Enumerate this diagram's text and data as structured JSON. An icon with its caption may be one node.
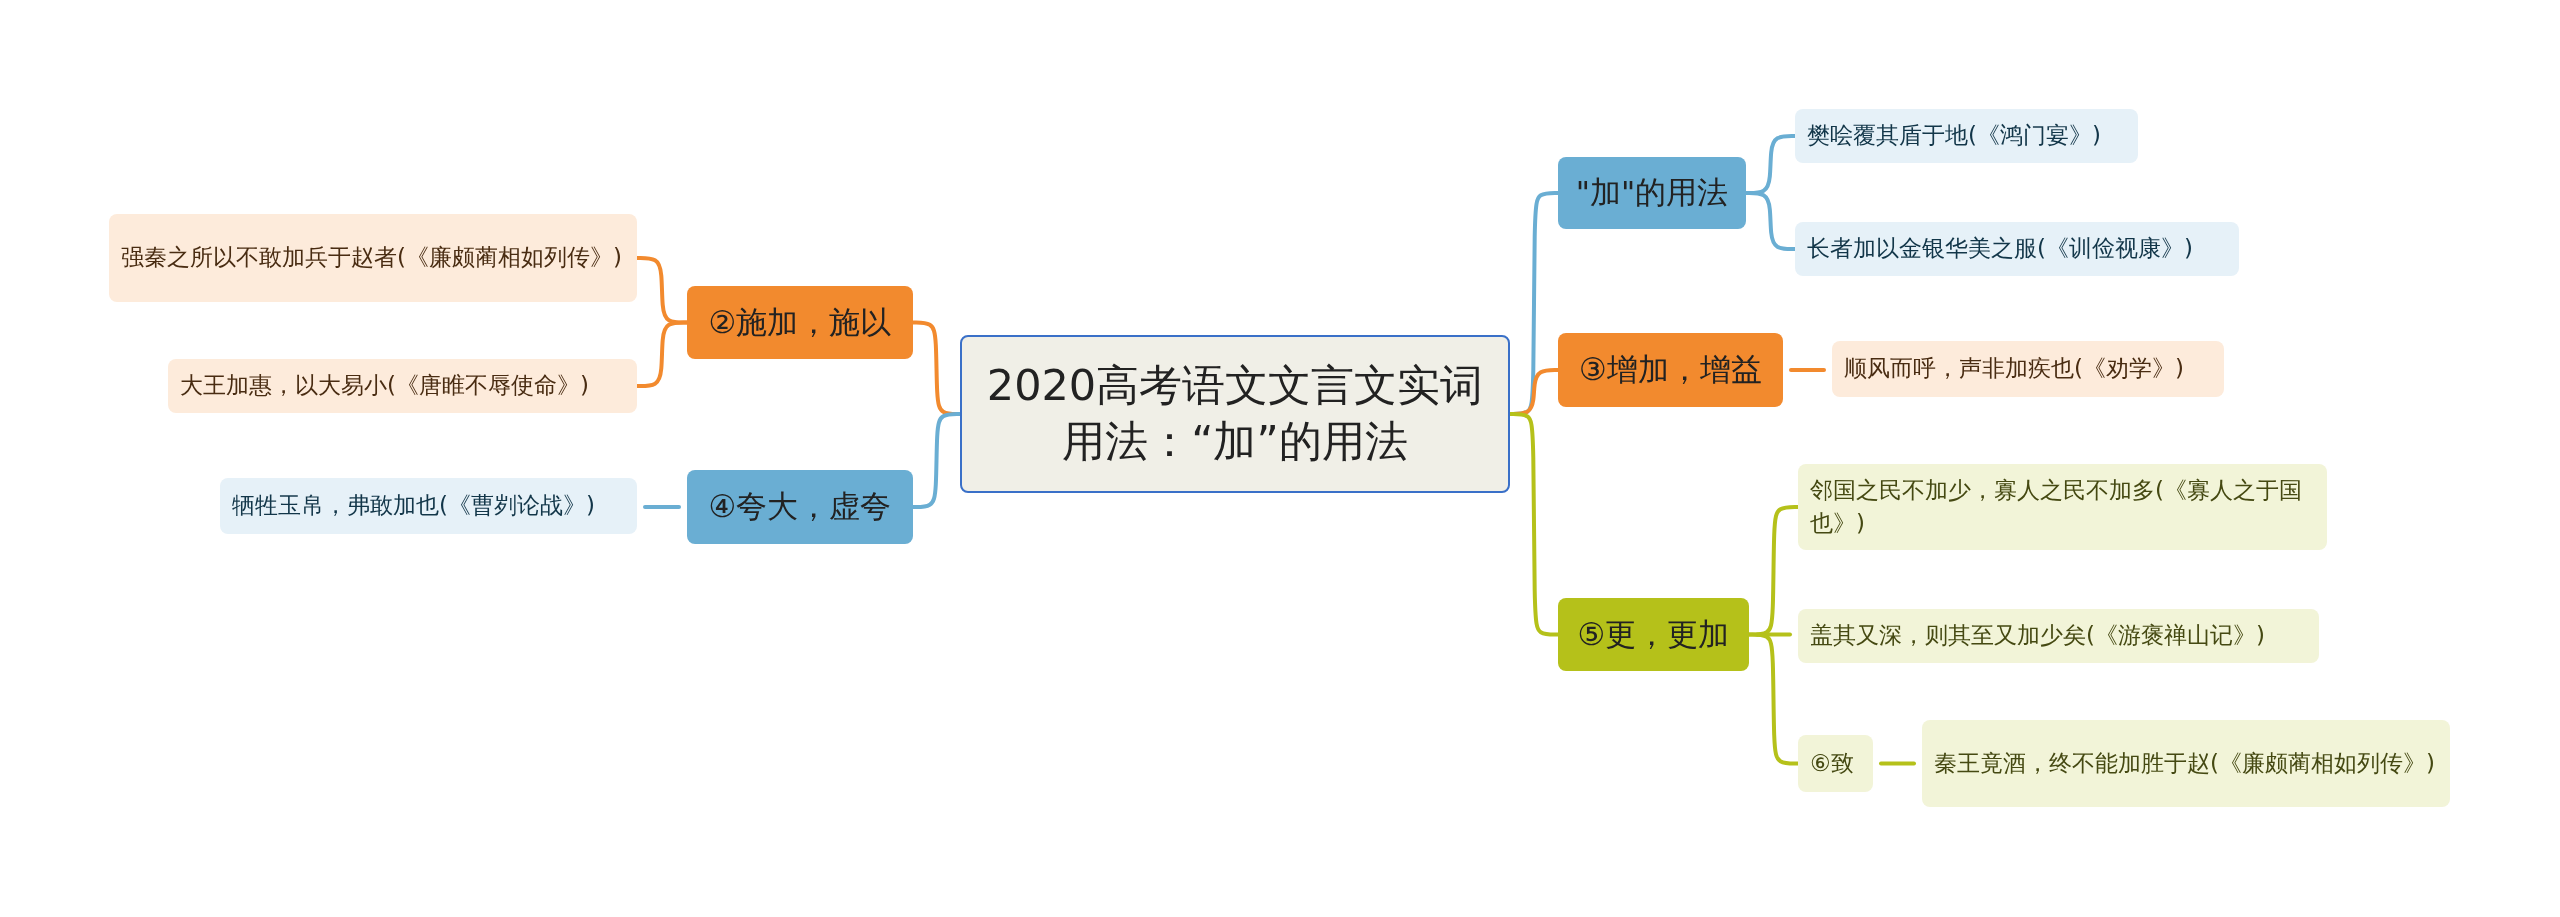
{
  "diagram": {
    "nodes": [
      {
        "text": [
          "2020高考语文文言文实词用法：“加”的用法"
        ]
      },
      {
        "text": [
          "②施加，施以"
        ]
      },
      {
        "text": [
          "强秦之所以不敢加兵于赵者(《廉颇蔺相如列传》)"
        ]
      },
      {
        "text": [
          "大王加惠，以大易小(《唐睢不辱使命》)"
        ]
      },
      {
        "text": [
          "④夸大，虚夸"
        ]
      },
      {
        "text": [
          "牺牲玉帛，弗敢加也(《曹刿论战》)"
        ]
      },
      {
        "text": [
          "\"加\"的用法"
        ]
      },
      {
        "text": [
          "樊哙覆其盾于地(《鸿门宴》)"
        ]
      },
      {
        "text": [
          "长者加以金银华美之服(《训俭视康》)"
        ]
      },
      {
        "text": [
          "③增加，增益"
        ]
      },
      {
        "text": [
          "顺风而呼，声非加疾也(《劝学》)"
        ]
      },
      {
        "text": [
          "⑤更，更加"
        ]
      },
      {
        "text": [
          "邻国之民不加少，寡人之民不加多(《寡人之于国也》)"
        ]
      },
      {
        "text": [
          "盖其又深，则其至又加少矣(《游褒禅山记》)"
        ]
      },
      {
        "text": [
          "⑥致"
        ]
      },
      {
        "text": [
          "秦王竟酒，终不能加胜于赵(《廉颇蔺相如列传》)"
        ]
      }
    ],
    "edges": [
      {
        "from": 0,
        "to": 1,
        "arrow": "none",
        "color": "#f28a2e"
      },
      {
        "from": 1,
        "to": 2,
        "arrow": "none",
        "color": "#f28a2e"
      },
      {
        "from": 1,
        "to": 3,
        "arrow": "none",
        "color": "#f28a2e"
      },
      {
        "from": 0,
        "to": 4,
        "arrow": "none",
        "color": "#6aaed3"
      },
      {
        "from": 4,
        "to": 5,
        "arrow": "none",
        "color": "#6aaed3"
      },
      {
        "from": 0,
        "to": 6,
        "arrow": "none",
        "color": "#6aaed3"
      },
      {
        "from": 6,
        "to": 7,
        "arrow": "none",
        "color": "#6aaed3"
      },
      {
        "from": 6,
        "to": 8,
        "arrow": "none",
        "color": "#6aaed3"
      },
      {
        "from": 0,
        "to": 9,
        "arrow": "none",
        "color": "#f28a2e"
      },
      {
        "from": 9,
        "to": 10,
        "arrow": "none",
        "color": "#f28a2e"
      },
      {
        "from": 0,
        "to": 11,
        "arrow": "none",
        "color": "#b5c11a"
      },
      {
        "from": 11,
        "to": 12,
        "arrow": "none",
        "color": "#b5c11a"
      },
      {
        "from": 11,
        "to": 13,
        "arrow": "none",
        "color": "#b5c11a"
      },
      {
        "from": 11,
        "to": 14,
        "arrow": "none",
        "color": "#b5c11a"
      },
      {
        "from": 14,
        "to": 15,
        "arrow": "none",
        "color": "#b5c11a"
      }
    ]
  }
}
